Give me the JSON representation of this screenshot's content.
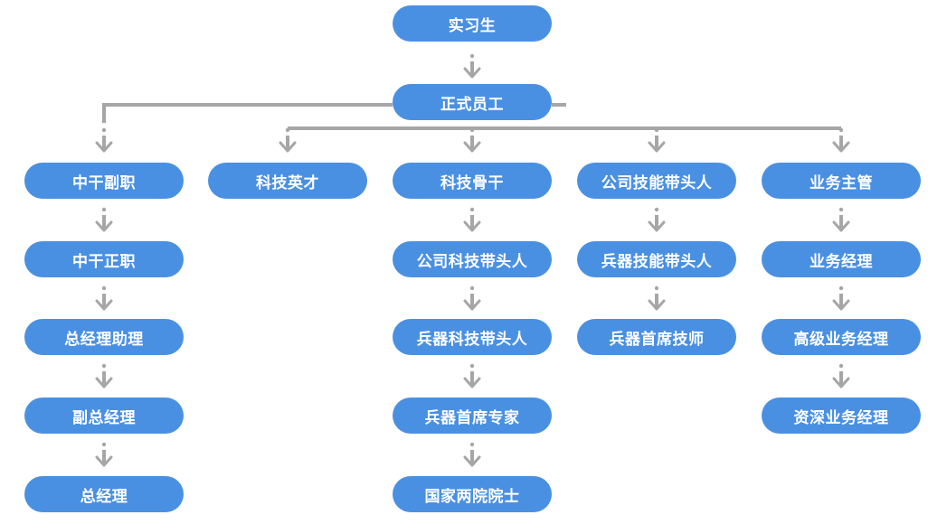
{
  "root": {
    "label": "实习生"
  },
  "regular": {
    "label": "正式员工"
  },
  "columns": [
    {
      "track": "management",
      "items": [
        "中干副职",
        "中干正职",
        "总经理助理",
        "副总经理",
        "总经理"
      ]
    },
    {
      "track": "tech-talent",
      "items": [
        "科技英才"
      ]
    },
    {
      "track": "tech-backbone",
      "items": [
        "科技骨干",
        "公司科技带头人",
        "兵器科技带头人",
        "兵器首席专家",
        "国家两院院士"
      ]
    },
    {
      "track": "skill",
      "items": [
        "公司技能带头人",
        "兵器技能带头人",
        "兵器首席技师"
      ]
    },
    {
      "track": "business",
      "items": [
        "业务主管",
        "业务经理",
        "高级业务经理",
        "资深业务经理"
      ]
    }
  ],
  "colors": {
    "node_fill": "#4a90e2",
    "node_text": "#ffffff",
    "connector": "#a6a6a6"
  }
}
